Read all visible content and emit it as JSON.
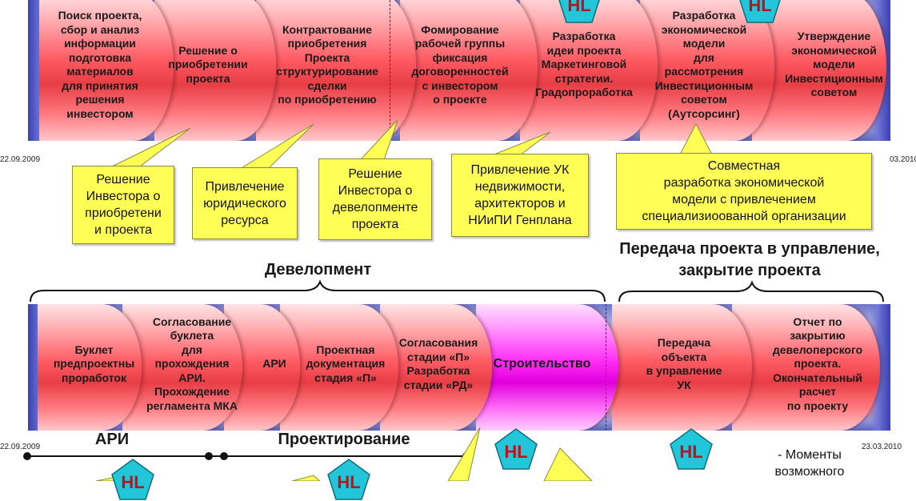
{
  "top": {
    "start_date": "22.09.2009",
    "end_date": "03.2010",
    "segments": [
      "Поиск проекта,\nсбор и анализ\nинформации\nподготовка\nматериалов\nдля принятия\nрешения\nинвестором",
      "Решение о\nприобретении\nпроекта",
      "Контрактование\nприобретения\nПроекта\nструктурирование\nсделки\nпо приобретению",
      "Фомирование\nрабочей группы\nфиксация\nдоговоренностей\nс инвестором\nо проекте",
      "Разработка\nидеи проекта\nМаркетинговой\nстратегии.\nГрадопроработка",
      "Разработка\nэкономической\nмодели\nдля\nрассмотрения\nИнвестиционным\nсоветом\n(Аутсорсинг)",
      "Утверждение\nэкономической\nмодели\nИнвестиционным\nсоветом"
    ],
    "callouts": [
      "Решение\nИнвестора о\nприобретени\nи проекта",
      "Привлечение\nюридического\nресурса",
      "Решение\nИнвестора о\nдевелопменте\nпроекта",
      "Привлечение УК\nнедвижимости,\nархитекторов и\nНИиПИ Генплана",
      "Совместная\nразработка экономической\nмодели с привлечением\nспециализиоованной организации"
    ],
    "hl_label": "HL"
  },
  "headings": {
    "development": "Девелопмент",
    "handover": "Передача проекта в управление,\nзакрытие проекта"
  },
  "bottom": {
    "start_date": "22.09.2009",
    "end_date": "23.03.2010",
    "segments": [
      "Буклет\nпредпроектны\nпроработок",
      "Согласование\nбуклета\nдля\nпрохождения\nАРИ.\nПрохождение\nрегламента МКА",
      "АРИ",
      "Проектная\nдокументация\nстадия «П»",
      "Согласования\nстадии «П»\nРазработка\nстадии «РД»",
      "Строительство",
      "Передача\nобъекта\nв управление\nУК",
      "Отчет по\nзакрытию\nдевелоперского\nпроекта.\nОкончательный\nрасчет\nпо проекту"
    ],
    "phase_labels": [
      "АРИ",
      "Проектирование"
    ],
    "hl_label": "HL",
    "legend_text": "- Моменты\nвозможного"
  },
  "colors": {
    "callout_fill": "#ffff55",
    "segment_red": "#f2484f",
    "segment_magenta": "#ff2df5",
    "band_blue": "#5c64b8",
    "hl_fill": "#22c6d8",
    "hl_text": "#c0101a"
  }
}
